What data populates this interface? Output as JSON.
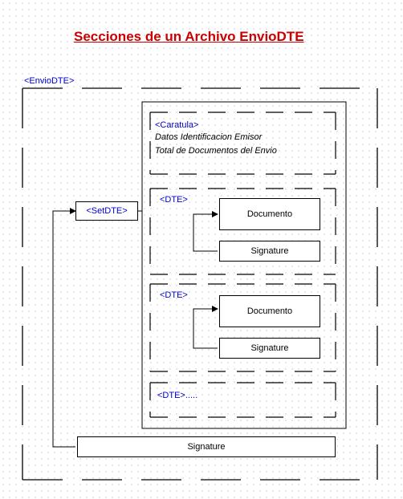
{
  "title": "Secciones de un Archivo EnvioDTE",
  "envio_tag": "<EnvioDTE>",
  "setdte_tag": "<SetDTE>",
  "caratula": {
    "tag": "<Caratula>",
    "line1": "Datos Identificacion Emisor",
    "line2": "Total de Documentos del Envio"
  },
  "dte1": {
    "tag": "<DTE>",
    "documento": "Documento",
    "signature": "Signature"
  },
  "dte2": {
    "tag": "<DTE>",
    "documento": "Documento",
    "signature": "Signature"
  },
  "dte_more_tag": "<DTE>.....",
  "bottom_signature": "Signature",
  "colors": {
    "title": "#cc0000",
    "tag": "#0000cc",
    "line": "#000000"
  }
}
